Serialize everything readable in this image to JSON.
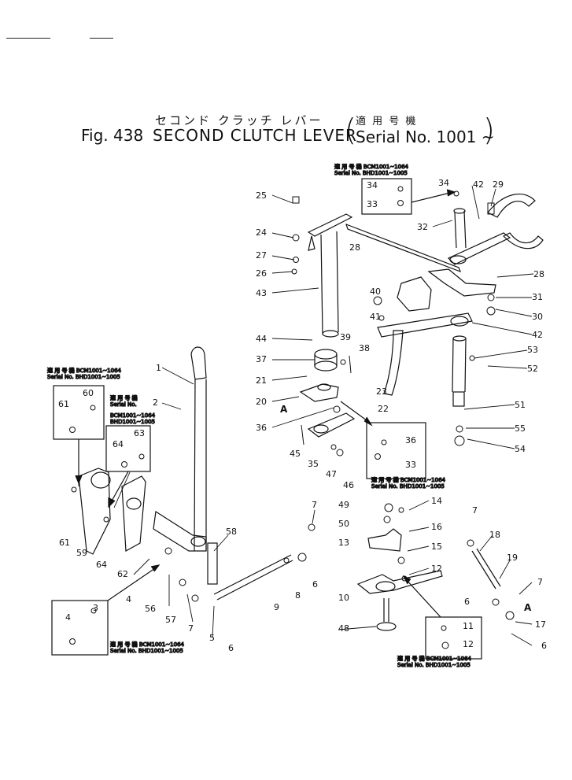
{
  "header": {
    "title_jp": "セコンド クラッチ レバー",
    "serial_jp": "適 用 号 機",
    "fig_label": "Fig. 438",
    "title_en": "SECOND CLUTCH LEVER",
    "paren_open": "(",
    "serial": "Serial No. 1001 ~",
    "paren_close": ")"
  },
  "serial_notes": {
    "top": [
      "適 用 号 機 BCM1001~1064",
      "Serial No. BHD1001~1005"
    ],
    "left": [
      "適 用 号 機 BCM1001~1064",
      "Serial No. BHD1001~1005"
    ],
    "mid_left": [
      "適 用 号 機",
      "Serial No.",
      "BCM1001~1064",
      "BHD1001~1005"
    ],
    "mid_right": [
      "適 用 号 機 BCM1001~1064",
      "Serial No. BHD1001~1005"
    ],
    "bottom_left": [
      "適 用 号 機 BCM1001~1064",
      "Serial No. BHD1001~1005"
    ],
    "bottom_right": [
      "適 用 号 機 BCM1001~1064",
      "Serial No. BHD1001~1005"
    ]
  },
  "callouts": [
    "1",
    "2",
    "3",
    "4",
    "5",
    "6",
    "7",
    "8",
    "9",
    "10",
    "11",
    "12",
    "13",
    "14",
    "15",
    "16",
    "17",
    "18",
    "19",
    "20",
    "21",
    "22",
    "23",
    "24",
    "25",
    "26",
    "27",
    "28",
    "29",
    "30",
    "31",
    "32",
    "33",
    "34",
    "35",
    "36",
    "37",
    "38",
    "39",
    "40",
    "41",
    "42",
    "43",
    "44",
    "45",
    "46",
    "47",
    "48",
    "49",
    "50",
    "51",
    "52",
    "53",
    "54",
    "55",
    "56",
    "57",
    "58",
    "59",
    "60",
    "61",
    "62",
    "63",
    "64"
  ],
  "markers": {
    "a": "A"
  }
}
